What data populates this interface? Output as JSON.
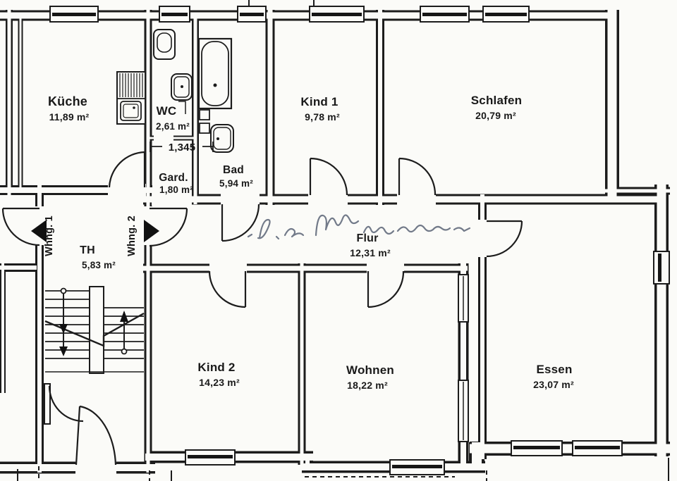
{
  "document": {
    "type": "apartment-floor-plan",
    "language": "de"
  },
  "rooms": {
    "kueche": {
      "name": "Küche",
      "area": "11,89 m²"
    },
    "wc": {
      "name": "WC",
      "area": "2,61 m²"
    },
    "gard": {
      "name": "Gard.",
      "area": "1,80 m²"
    },
    "bad": {
      "name": "Bad",
      "area": "5,94 m²"
    },
    "kind1": {
      "name": "Kind 1",
      "area": "9,78 m²"
    },
    "schlafen": {
      "name": "Schlafen",
      "area": "20,79 m²"
    },
    "th": {
      "name": "TH",
      "area": "5,83 m²"
    },
    "flur": {
      "name": "Flur",
      "area": "12,31 m²"
    },
    "kind2": {
      "name": "Kind 2",
      "area": "14,23 m²"
    },
    "wohnen": {
      "name": "Wohnen",
      "area": "18,22 m²"
    },
    "essen": {
      "name": "Essen",
      "area": "23,07 m²"
    }
  },
  "entrances": {
    "whng1": "Whng. 1",
    "whng2": "Whng. 2"
  },
  "dimensions": {
    "gard_width": "1,345"
  },
  "colors": {
    "ink": "#1c1c1c",
    "paper": "#fbfbf8",
    "handwriting": "#505a6e"
  }
}
